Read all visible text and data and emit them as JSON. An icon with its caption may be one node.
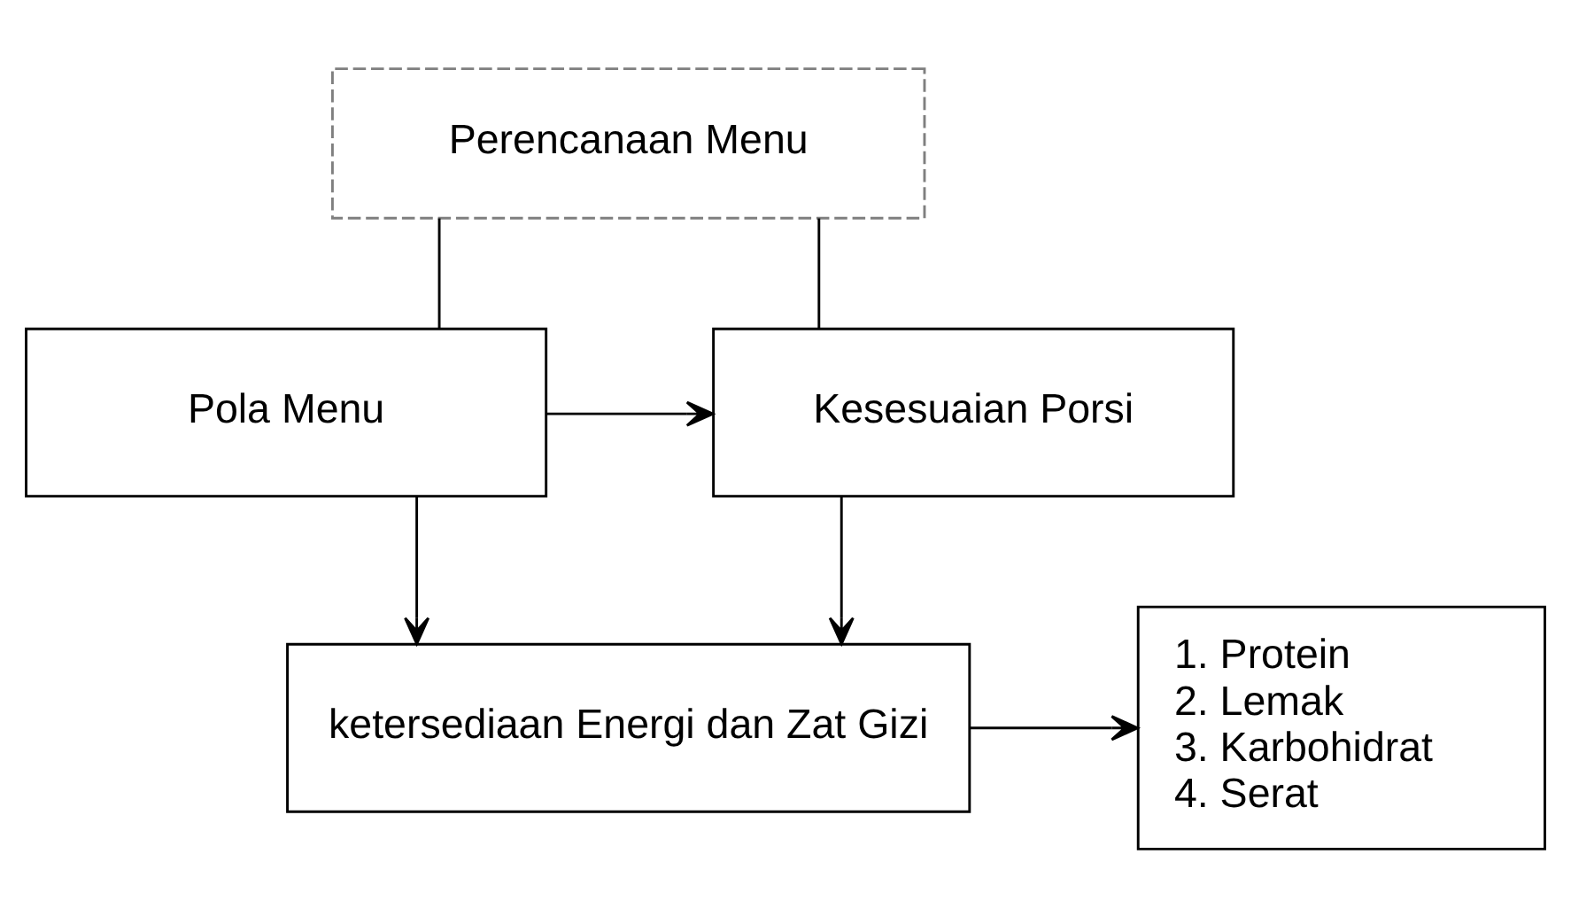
{
  "diagram": {
    "nodes": [
      {
        "text": [
          "Perencanaan Menu"
        ]
      },
      {
        "text": [
          "Pola Menu"
        ]
      },
      {
        "text": [
          "Kesesuaian Porsi"
        ]
      },
      {
        "text": [
          "ketersediaan Energi dan Zat Gizi"
        ]
      },
      {
        "text": [
          "1. Protein",
          "2. Lemak",
          "3. Karbohidrat",
          "4. Serat"
        ]
      }
    ],
    "edges": [
      {
        "from": 0,
        "to": 1,
        "arrow": "none"
      },
      {
        "from": 0,
        "to": 2,
        "arrow": "none"
      },
      {
        "from": 1,
        "to": 2,
        "arrow": "to"
      },
      {
        "from": 1,
        "to": 3,
        "arrow": "to"
      },
      {
        "from": 2,
        "to": 3,
        "arrow": "to"
      },
      {
        "from": 3,
        "to": 4,
        "arrow": "to"
      }
    ]
  }
}
